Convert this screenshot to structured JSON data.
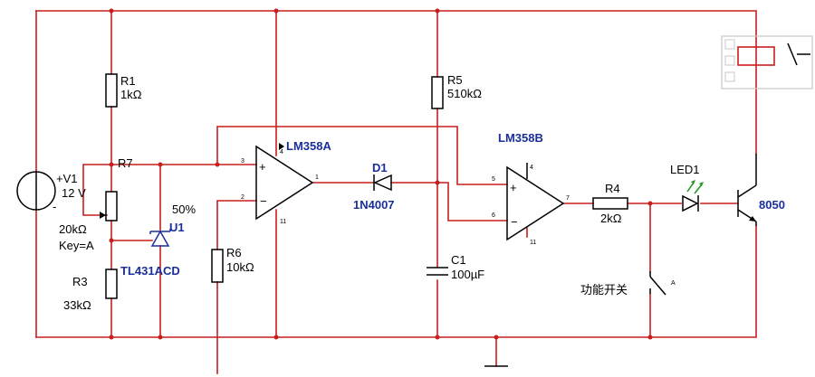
{
  "components": {
    "r1": {
      "ref": "R1",
      "value": "1kΩ"
    },
    "r5": {
      "ref": "R5",
      "value": "510kΩ"
    },
    "v1": {
      "ref": "+V1",
      "value": "12 V",
      "minus": "-"
    },
    "r7": {
      "ref": "R7",
      "value": "20kΩ",
      "key": "Key=A",
      "percent": "50%"
    },
    "u1": {
      "ref": "U1",
      "part": "TL431ACD"
    },
    "r3": {
      "ref": "R3",
      "value": "33kΩ"
    },
    "r6": {
      "ref": "R6",
      "value": "10kΩ"
    },
    "opamp_a": {
      "part": "LM358A",
      "pin_plus": "3",
      "pin_minus": "2",
      "pin_out": "1",
      "pin_vcc": "4",
      "pin_gnd": "11"
    },
    "opamp_b": {
      "part": "LM358B",
      "pin_plus": "5",
      "pin_minus": "6",
      "pin_out": "7",
      "pin_vcc": "4",
      "pin_gnd": "11"
    },
    "d1": {
      "ref": "D1",
      "part": "1N4007"
    },
    "c1": {
      "ref": "C1",
      "value": "100µF"
    },
    "r4": {
      "ref": "R4",
      "value": "2kΩ"
    },
    "led1": {
      "ref": "LED1"
    },
    "q1": {
      "part": "8050"
    },
    "switch": {
      "label": "功能开关",
      "key": "A"
    }
  },
  "colors": {
    "wire": "#c81e1e",
    "component": "#000000",
    "label_blue": "#1a2f9a",
    "led": "#1a9a1a"
  }
}
